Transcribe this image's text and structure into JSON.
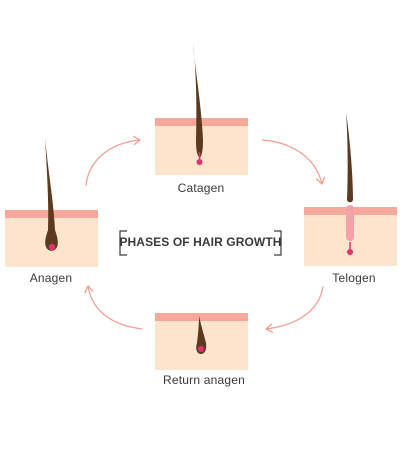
{
  "title": "PHASES OF HAIR GROWTH",
  "phases": [
    {
      "name": "Catagen"
    },
    {
      "name": "Telogen"
    },
    {
      "name": "Return anagen"
    },
    {
      "name": "Anagen"
    }
  ],
  "colors": {
    "skin": "#fde4cd",
    "skin_top": "#f5a99b",
    "hair": "#5b3a1f",
    "papilla": "#e0326e",
    "arrow": "#f29d8c",
    "text": "#3a3a3a",
    "telogen_follicle": "#f3a3a7"
  }
}
